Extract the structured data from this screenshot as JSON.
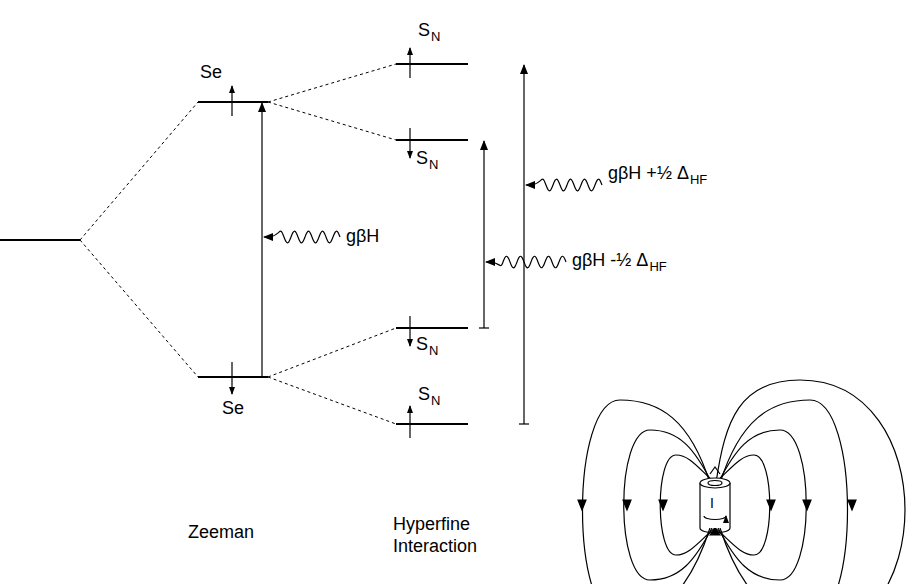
{
  "diagram": {
    "labels": [
      "Se",
      "S",
      "N",
      "S",
      "N",
      "gβH",
      "gβH +½ Δ",
      "HF",
      "gβH -½ Δ",
      "HF",
      "S",
      "N",
      "Se",
      "S",
      "N",
      "Zeeman",
      "Hyperfine Interaction",
      "I"
    ]
  }
}
